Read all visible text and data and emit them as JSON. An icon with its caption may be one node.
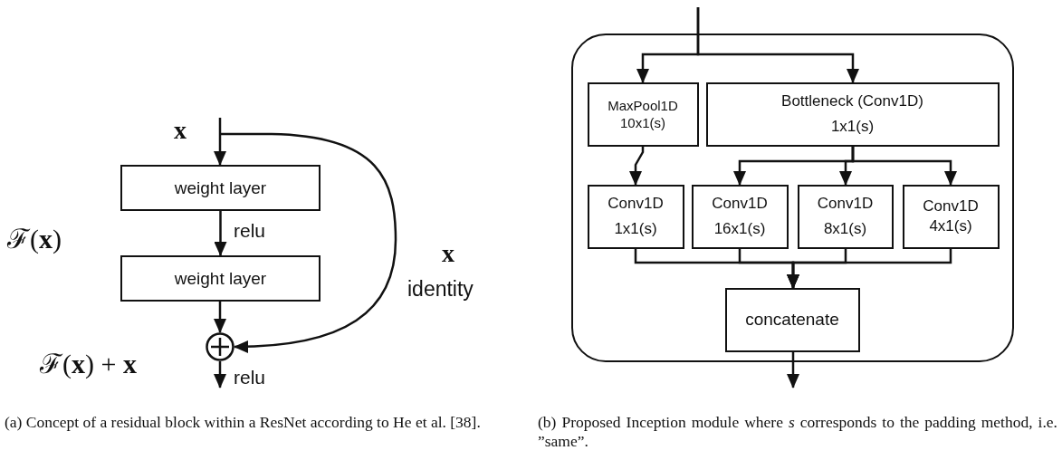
{
  "diagram": {
    "nodes": [
      {
        "text": [
          "weight layer"
        ]
      },
      {
        "text": [
          "weight layer"
        ]
      },
      {
        "text": [],
        "shape": "circle"
      },
      {
        "text": [],
        "shape": "box"
      },
      {
        "text": [
          "MaxPool1D",
          "10x1(s)"
        ],
        "in": 3
      },
      {
        "text": [
          "Bottleneck (Conv1D)",
          "1x1(s)"
        ],
        "in": 3
      },
      {
        "text": [
          "Conv1D",
          "1x1(s)"
        ],
        "in": 3
      },
      {
        "text": [
          "Conv1D",
          "16x1(s)"
        ],
        "in": 3
      },
      {
        "text": [
          "Conv1D",
          "8x1(s)"
        ],
        "in": 3
      },
      {
        "text": [
          "Conv1D",
          "4x1(s)"
        ],
        "in": 3
      },
      {
        "text": [
          "concatenate"
        ],
        "in": 3
      }
    ],
    "edges": [
      {
        "from": null,
        "to": 0,
        "arrow": "to"
      },
      {
        "from": 0,
        "to": 1,
        "arrow": "to",
        "label": "relu"
      },
      {
        "from": 1,
        "to": 2,
        "arrow": "to"
      },
      {
        "from": null,
        "to": 2,
        "arrow": "to"
      },
      {
        "from": 2,
        "to": null,
        "arrow": "to",
        "label": "relu"
      },
      {
        "from": null,
        "to": 4,
        "arrow": "to"
      },
      {
        "from": null,
        "to": 5,
        "arrow": "to"
      },
      {
        "from": 4,
        "to": 6,
        "arrow": "to"
      },
      {
        "from": 5,
        "to": 7,
        "arrow": "to"
      },
      {
        "from": 5,
        "to": 8,
        "arrow": "to"
      },
      {
        "from": 5,
        "to": 9,
        "arrow": "to"
      },
      {
        "from": 6,
        "to": 10,
        "arrow": "to"
      },
      {
        "from": 7,
        "to": 10,
        "arrow": "to"
      },
      {
        "from": 8,
        "to": 10,
        "arrow": "to"
      },
      {
        "from": 9,
        "to": 10,
        "arrow": "to"
      },
      {
        "from": 10,
        "to": null,
        "arrow": "to"
      }
    ],
    "labels": [
      "x",
      "ℱ(**x**)",
      "x",
      "identity",
      "ℱ(**x**) + **x**",
      "(a) Concept of a residual block within a ResNet according to He et al. [38].",
      "(b) Proposed Inception module where *s* corresponds to the padding method, i.e. ”same”."
    ]
  }
}
